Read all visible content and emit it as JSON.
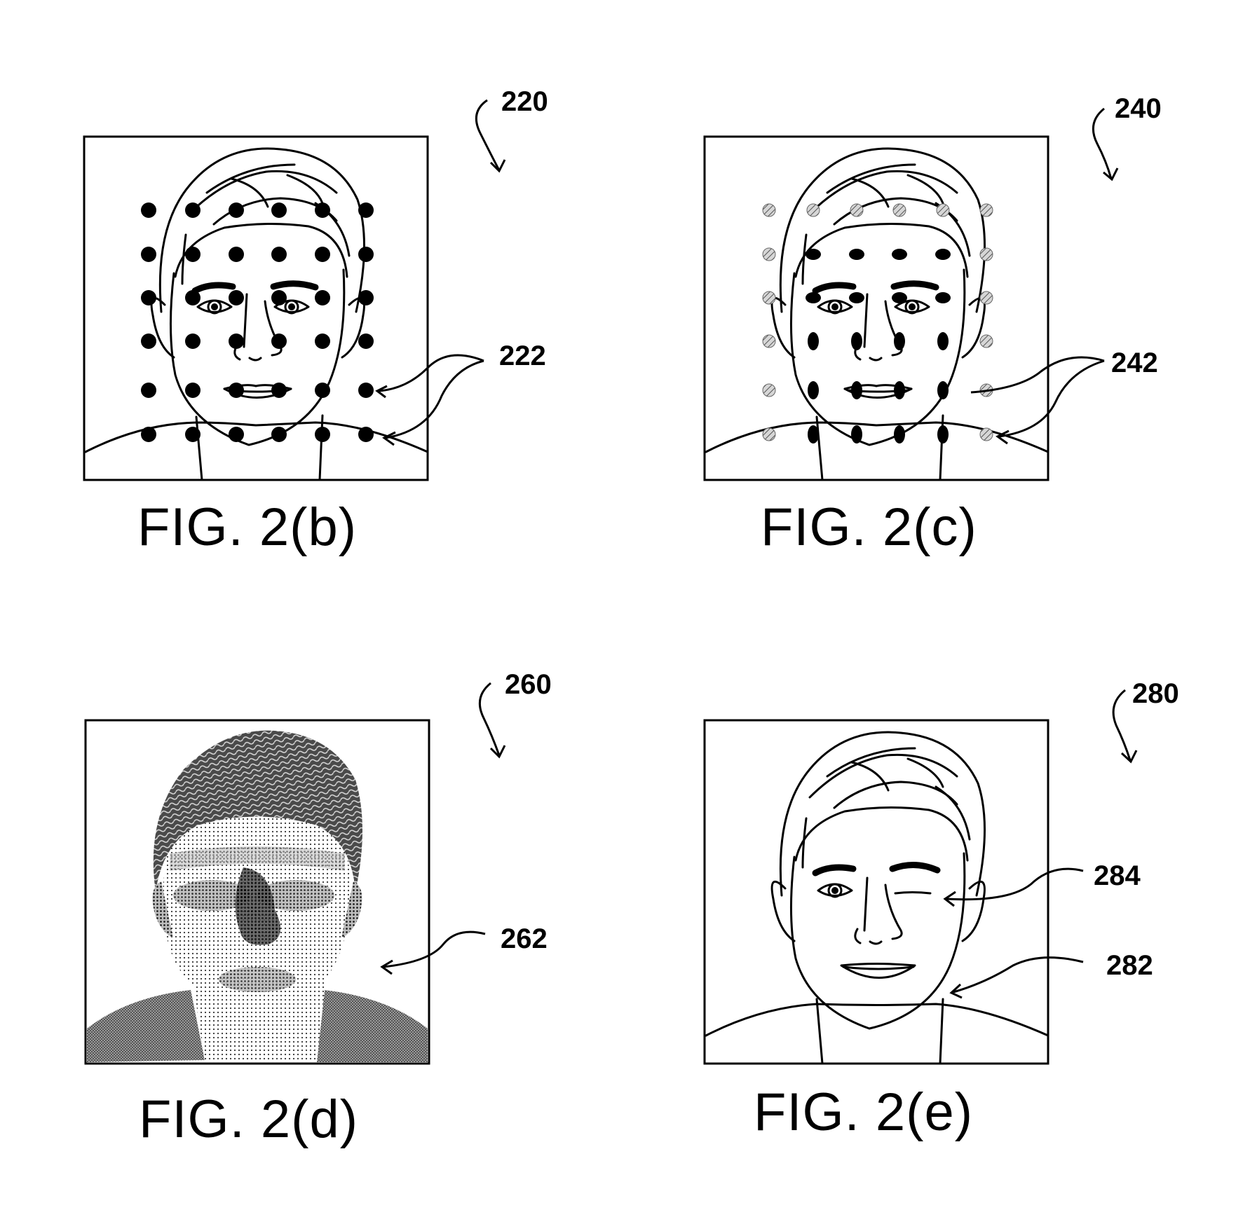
{
  "figures": [
    {
      "caption": "FIG. 2(b)",
      "ref_main": "220",
      "ref_part": "222",
      "description_type": "dot grid landmarks"
    },
    {
      "caption": "FIG. 2(c)",
      "ref_main": "240",
      "ref_part": "242",
      "description_type": "weighted landmarks"
    },
    {
      "caption": "FIG. 2(d)",
      "ref_main": "260",
      "ref_part": "262",
      "description_type": "depth map"
    },
    {
      "caption": "FIG. 2(e)",
      "ref_main": "280",
      "ref_part_a": "284",
      "ref_part_b": "282",
      "description_type": "rendered face"
    }
  ],
  "colors": {
    "ink": "#000000",
    "paper": "#ffffff",
    "hatch": "#8a8a8a"
  }
}
